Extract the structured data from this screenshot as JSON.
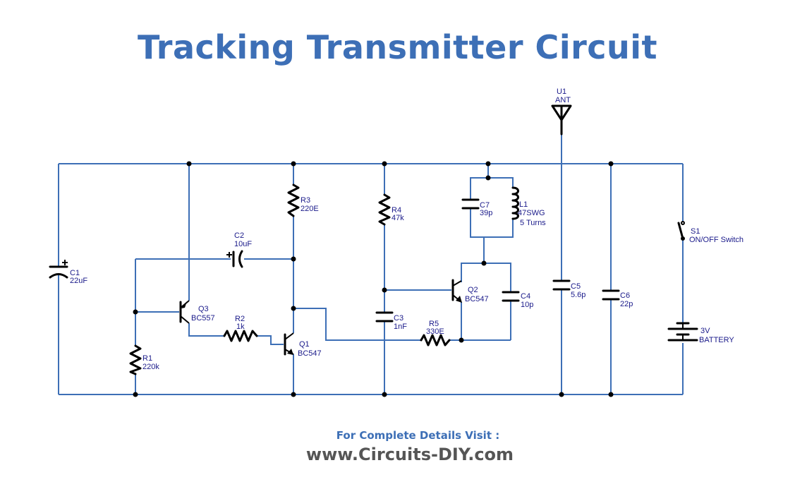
{
  "title": "Tracking Transmitter Circuit",
  "footer": {
    "line1": "For Complete Details Visit :",
    "line2": "www.Circuits-DIY.com"
  },
  "components": {
    "C1": {
      "ref": "C1",
      "value": "22uF"
    },
    "C2": {
      "ref": "C2",
      "value": "10uF"
    },
    "C3": {
      "ref": "C3",
      "value": "1nF"
    },
    "C4": {
      "ref": "C4",
      "value": "10p"
    },
    "C5": {
      "ref": "C5",
      "value": "5.6p"
    },
    "C6": {
      "ref": "C6",
      "value": "22p"
    },
    "C7": {
      "ref": "C7",
      "value": "39p"
    },
    "R1": {
      "ref": "R1",
      "value": "220k"
    },
    "R2": {
      "ref": "R2",
      "value": "1k"
    },
    "R3": {
      "ref": "R3",
      "value": "220E"
    },
    "R4": {
      "ref": "R4",
      "value": "47k"
    },
    "R5": {
      "ref": "R5",
      "value": "330E"
    },
    "Q1": {
      "ref": "Q1",
      "value": "BC547"
    },
    "Q2": {
      "ref": "Q2",
      "value": "BC547"
    },
    "Q3": {
      "ref": "Q3",
      "value": "BC557"
    },
    "L1": {
      "ref": "L1",
      "value": "47SWG",
      "value2": "5 Turns"
    },
    "U1": {
      "ref": "U1",
      "value": "ANT"
    },
    "S1": {
      "ref": "S1",
      "value": "ON/OFF Switch"
    },
    "BAT": {
      "value": "3V",
      "value2": "BATTERY"
    }
  },
  "colors": {
    "wire": "#3d6fb6",
    "title": "#3d6fb6",
    "footer_url": "#555555",
    "label": "#1a1a8a"
  }
}
